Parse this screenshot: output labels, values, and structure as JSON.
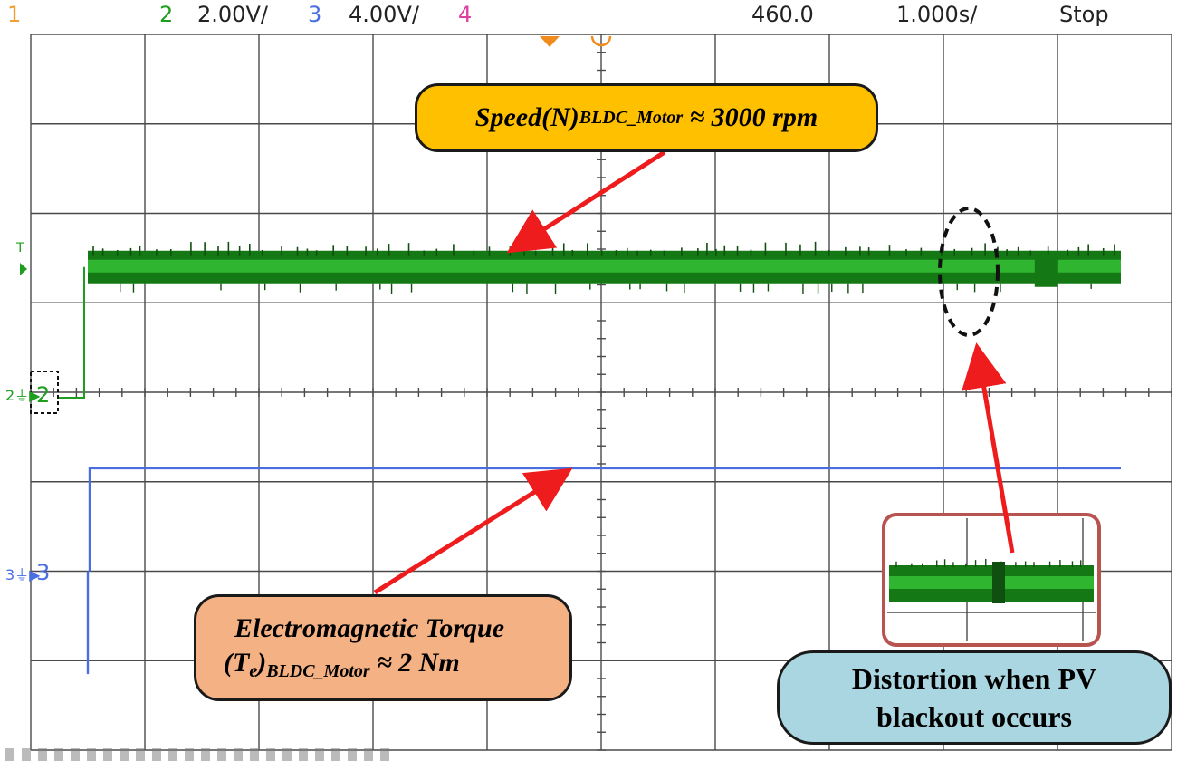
{
  "status_bar": {
    "ch1": "1",
    "ch2": "2",
    "ch2_scale": "2.00",
    "ch2_unit": "V/",
    "ch3": "3",
    "ch3_scale": "4.00V/",
    "ch4": "4",
    "trigger_time": "460.0",
    "timebase": "1.000s/",
    "run_state": "Stop"
  },
  "markers": {
    "trigger_level_label": "T",
    "ch2_label": "2",
    "ch3_label": "3"
  },
  "annotations": {
    "speed_main": "Speed(N)",
    "speed_sub": "BLDC_Motor",
    "speed_value": "≈ 3000 rpm",
    "torque_line1": "Electromagnetic Torque",
    "torque_symbol": "(T",
    "torque_symbol_sub": "e",
    "torque_paren": ")",
    "torque_sub": "BLDC_Motor",
    "torque_value": "≈ 2 Nm",
    "distortion_line1": "Distortion when PV",
    "distortion_line2": "blackout occurs"
  },
  "colors": {
    "ch1": "#f0a030",
    "ch2": "#1e9e1e",
    "ch3": "#4a6ee0",
    "ch4": "#e040a0",
    "grid": "#4a4a4a",
    "arrow": "#ee1c1c",
    "speed_callout": "#ffc000",
    "torque_callout": "#f4b183",
    "distortion_callout": "#a9d6e0",
    "inset_border": "#b85450",
    "trigger_marker": "#f08c1e"
  },
  "chart_data": {
    "type": "line",
    "grid": true,
    "divisions": {
      "horizontal": 10,
      "vertical": 8
    },
    "series": [
      {
        "name": "Speed(N) BLDC_Motor",
        "channel": "2",
        "volts_per_div": 2.0,
        "value_label": "≈ 3000 rpm",
        "step_at_s": 0.0,
        "level_div_before": 0.0,
        "level_div_after": 1.4,
        "distortion_at_s": 8.3
      },
      {
        "name": "Electromagnetic Torque (Te) BLDC_Motor",
        "channel": "3",
        "volts_per_div": 4.0,
        "value_label": "≈ 2 Nm",
        "step_at_s": 0.0,
        "level_div_before": -1.15,
        "level_div_after": 1.15
      }
    ],
    "timebase_s_per_div": 1.0,
    "time_range_s": [
      -0.5,
      9.5
    ]
  }
}
